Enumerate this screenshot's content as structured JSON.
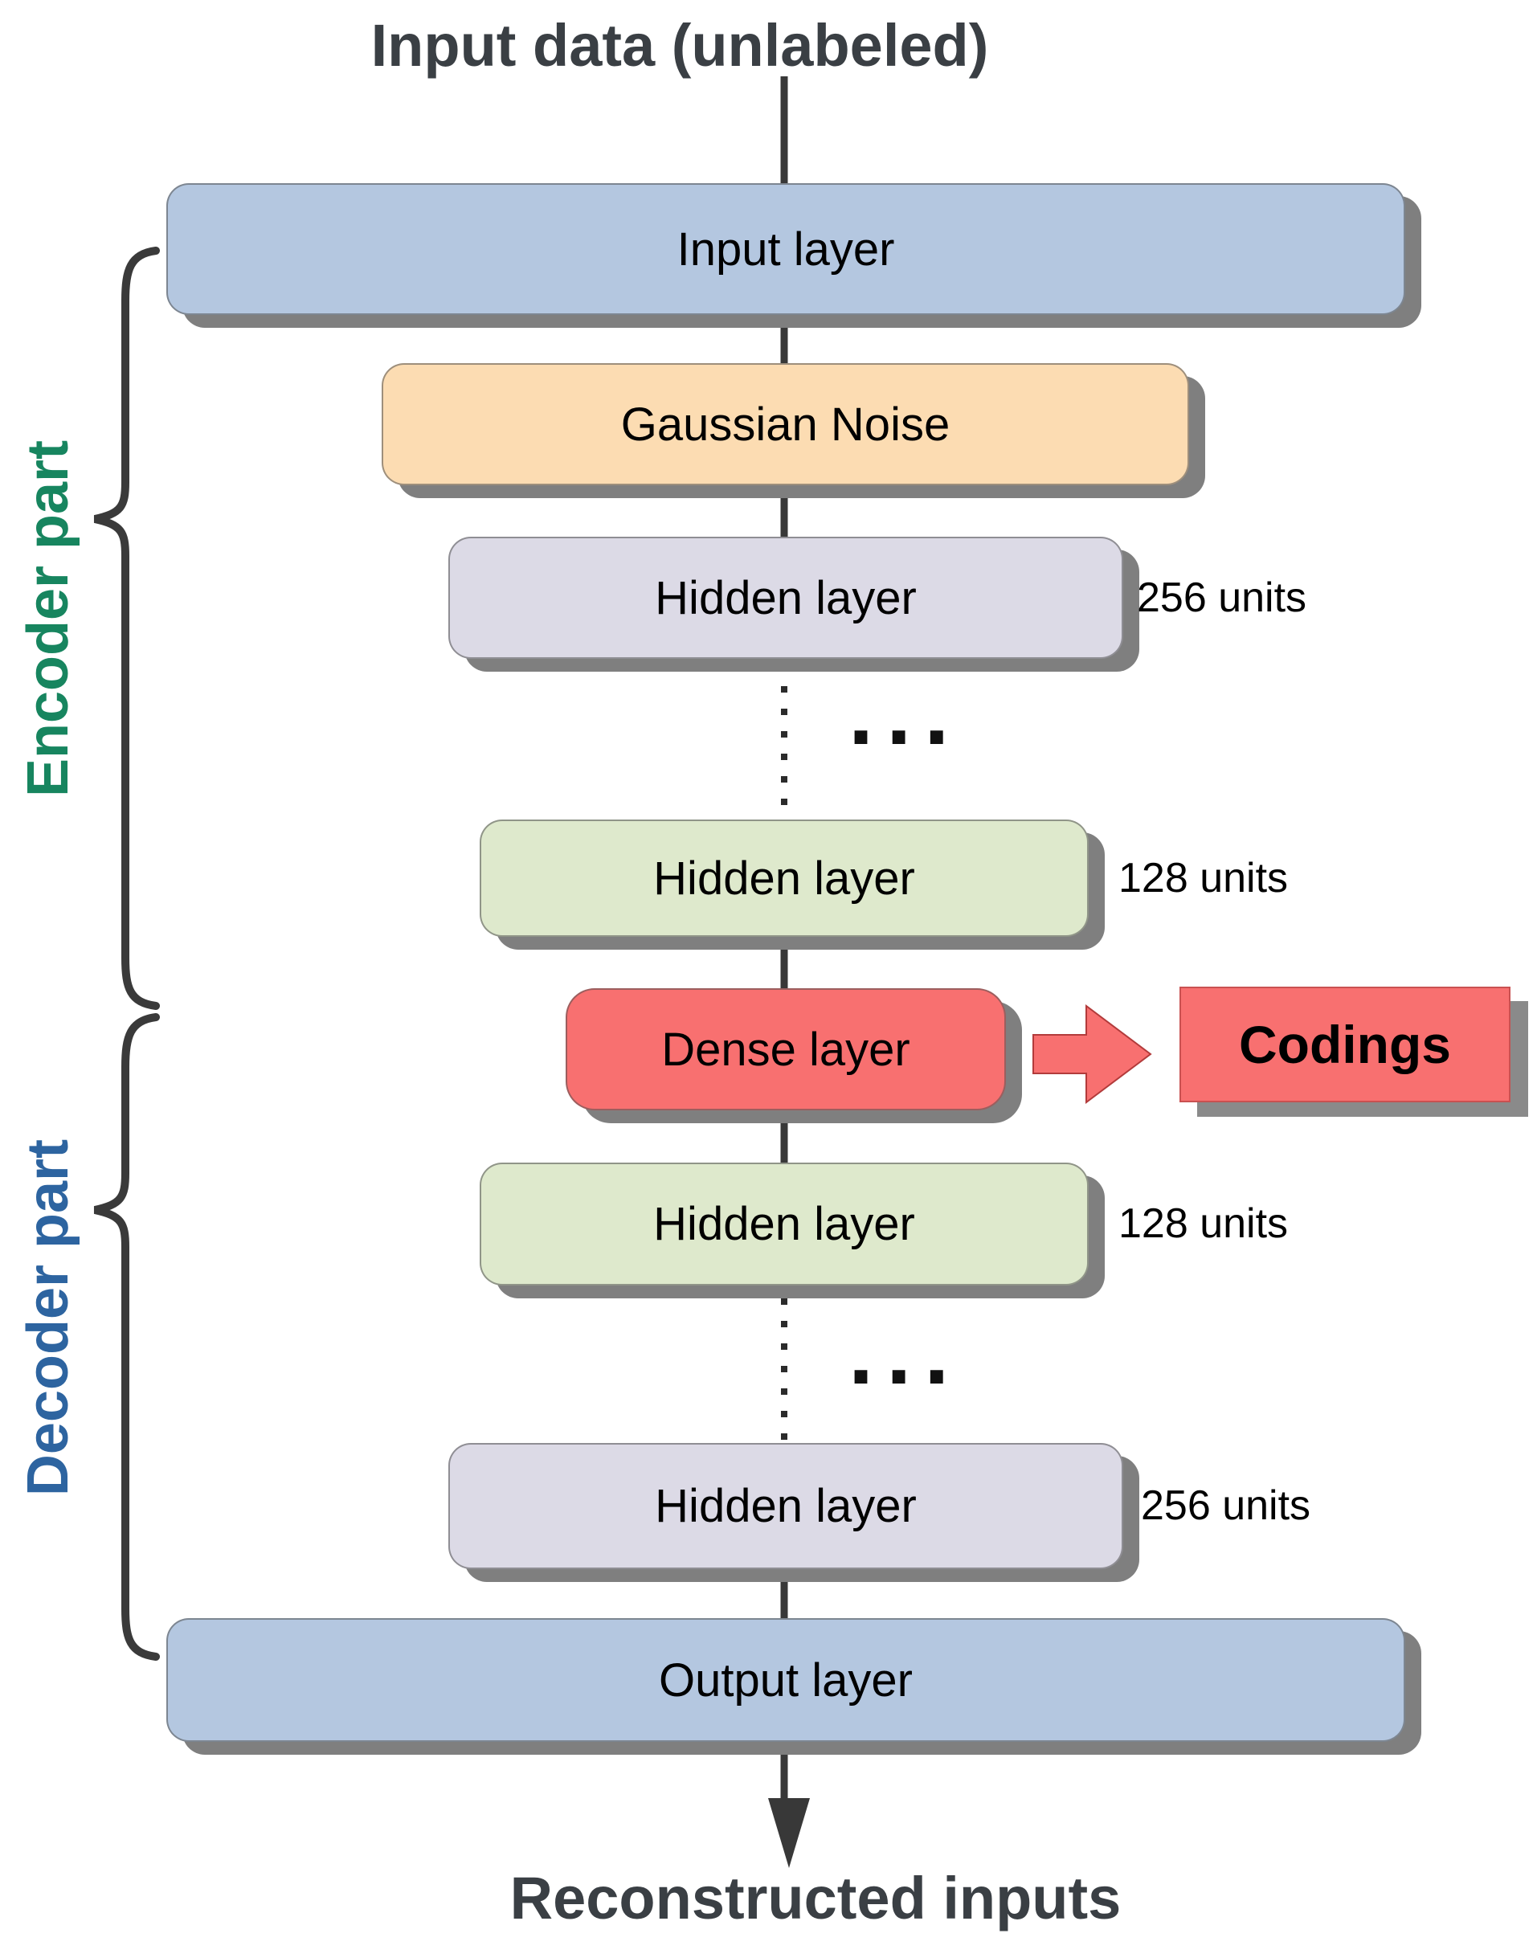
{
  "diagram": {
    "title": "Input data (unlabeled)",
    "bottom_caption": "Reconstructed inputs",
    "encoder": {
      "label": "Encoder part",
      "color": "#17855f"
    },
    "decoder": {
      "label": "Decoder part",
      "color": "#2d64a0"
    },
    "ellipsis": "...",
    "codings": {
      "label": "Codings",
      "color": "#f87070"
    },
    "layers": [
      {
        "name": "input-layer",
        "label": "Input layer",
        "color": "#b4c7e0"
      },
      {
        "name": "gaussian-noise",
        "label": "Gaussian Noise",
        "color": "#fcdcb2"
      },
      {
        "name": "hidden-encoder-256",
        "label": "Hidden layer",
        "units": "256 units",
        "color": "#dcdae6"
      },
      {
        "name": "hidden-encoder-128",
        "label": "Hidden layer",
        "units": "128 units",
        "color": "#dee9cc"
      },
      {
        "name": "dense-layer",
        "label": "Dense layer",
        "color": "#f87070"
      },
      {
        "name": "hidden-decoder-128",
        "label": "Hidden layer",
        "units": "128 units",
        "color": "#dee9cc"
      },
      {
        "name": "hidden-decoder-256",
        "label": "Hidden layer",
        "units": "256 units",
        "color": "#dcdae6"
      },
      {
        "name": "output-layer",
        "label": "Output layer",
        "color": "#b4c7e0"
      }
    ]
  }
}
